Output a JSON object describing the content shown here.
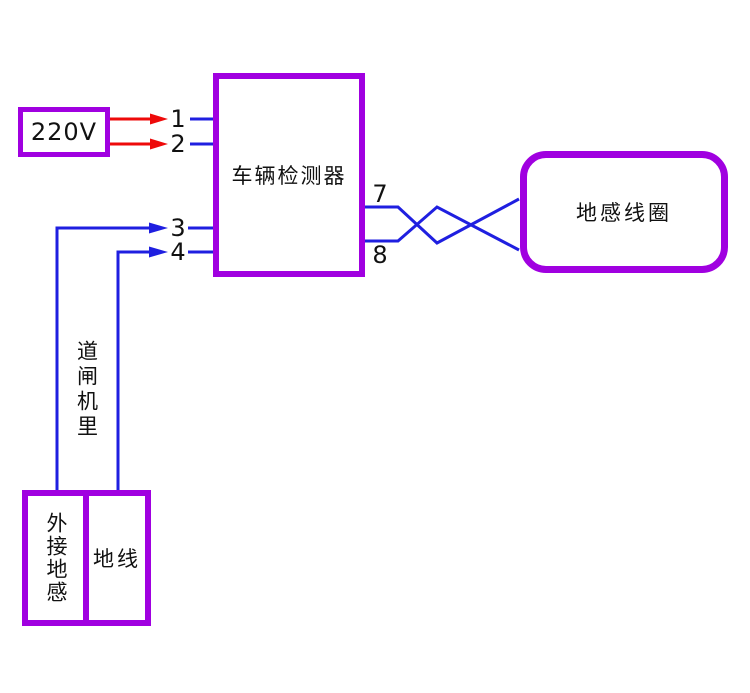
{
  "diagram": {
    "title": "vehicle-loop-detector-wiring",
    "boxes": {
      "power": {
        "label": "220V"
      },
      "detector": {
        "label": "车辆检测器"
      },
      "coil": {
        "label": "地感线圈"
      },
      "external_sensor": {
        "label": "外接地感"
      },
      "ground_wire": {
        "label": "地线"
      }
    },
    "annotations": {
      "barrier_location": "道闸机里"
    },
    "pins": {
      "p1": "1",
      "p2": "2",
      "p3": "3",
      "p4": "4",
      "p7": "7",
      "p8": "8"
    },
    "colors": {
      "frame": "#a000e0",
      "wire_blue": "#1f1fe0",
      "wire_red": "#ee0a0a",
      "text": "#111111",
      "bg": "#ffffff"
    }
  }
}
